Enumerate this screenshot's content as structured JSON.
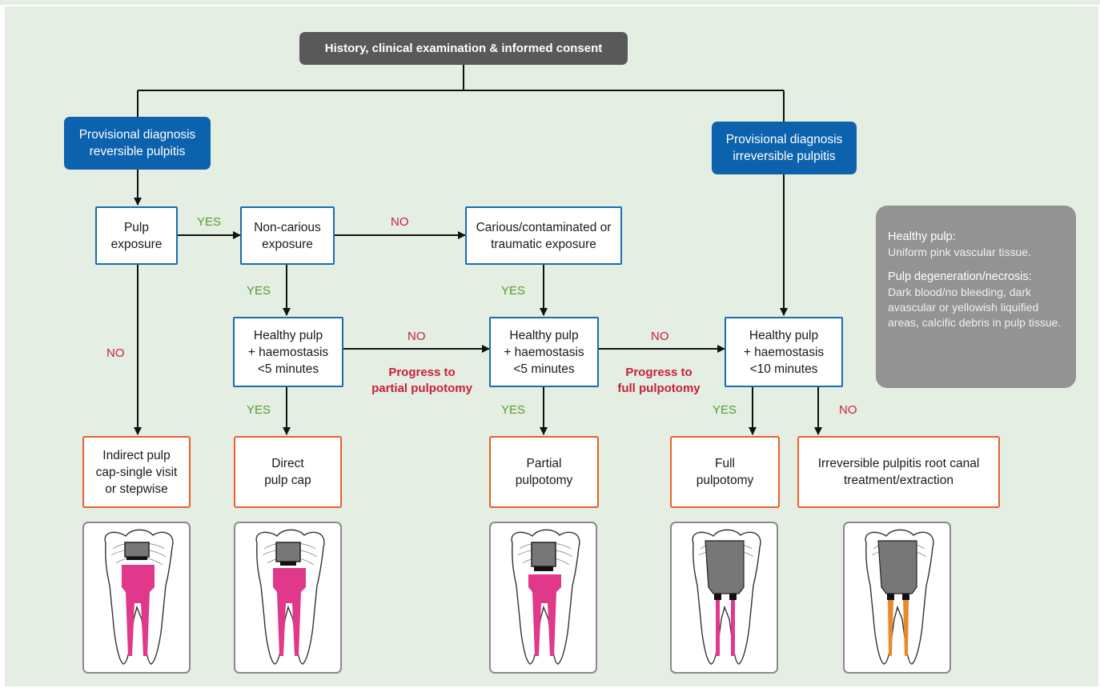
{
  "header": "History, clinical examination & informed consent",
  "provisional_reversible": "Provisional diagnosis\nreversible pulpitis",
  "provisional_irreversible": "Provisional diagnosis\nirreversible pulpitis",
  "pulp_exposure": "Pulp\nexposure",
  "non_carious": "Non-carious\nexposure",
  "carious": "Carious/contaminated or\ntraumatic exposure",
  "healthy_5a": "Healthy pulp\n+ haemostasis\n<5 minutes",
  "healthy_5b": "Healthy pulp\n+ haemostasis\n<5 minutes",
  "healthy_10": "Healthy pulp\n+ haemostasis\n<10 minutes",
  "outcome_indirect": "Indirect pulp\ncap-single visit\nor stepwise",
  "outcome_direct": "Direct\npulp cap",
  "outcome_partial": "Partial\npulpotomy",
  "outcome_full": "Full\npulpotomy",
  "outcome_irreversible": "Irreversible pulpitis root canal\ntreatment/extraction",
  "labels": {
    "yes": "YES",
    "no": "NO",
    "progress_partial": "Progress to\npartial pulpotomy",
    "progress_full": "Progress to\nfull pulpotomy"
  },
  "note": {
    "healthy_title": "Healthy pulp:",
    "healthy_text": "Uniform pink vascular tissue.",
    "degeneration_title": "Pulp degeneration/necrosis:",
    "degeneration_text": "Dark blood/no bleeding, dark avascular or yellowish liquified areas, calcific debris in pulp tissue."
  },
  "colors": {
    "background": "#e4eee2",
    "blue": "#0d62ad",
    "orange_border": "#e8612c",
    "yes": "#5a9a2e",
    "no": "#c8203a",
    "pulp": "#e0388a",
    "root_canal_fill": "#e98a2a"
  }
}
